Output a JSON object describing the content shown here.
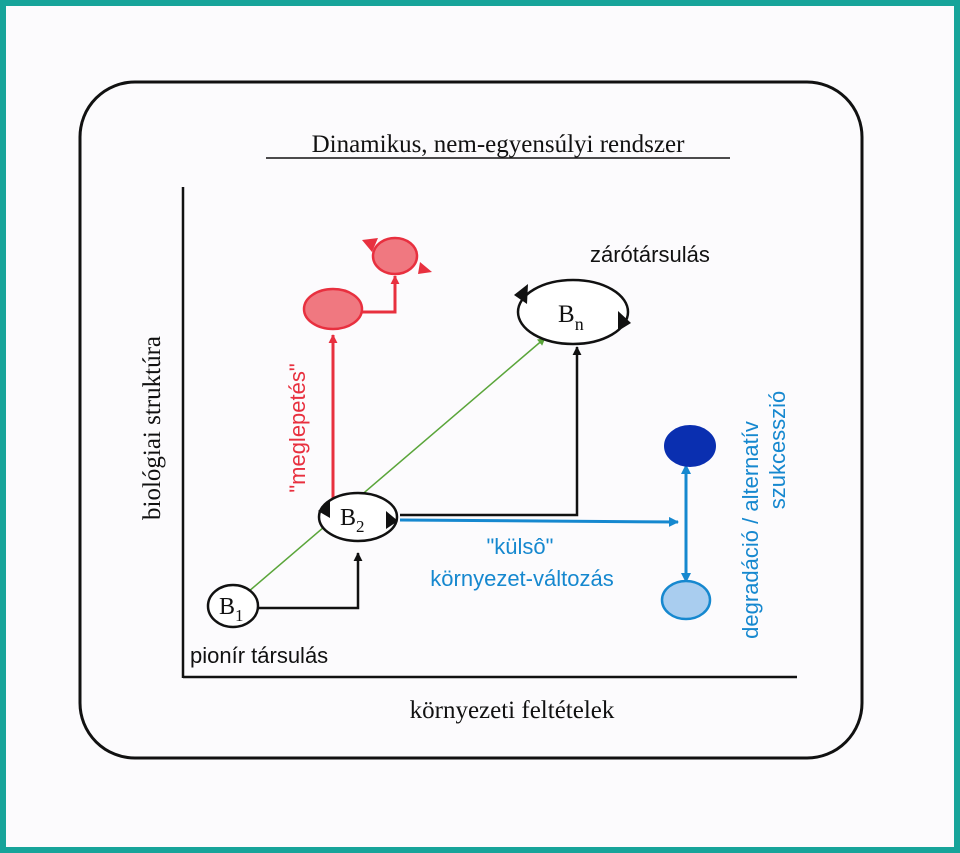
{
  "title": "Dinamikus, nem-egyensúlyi rendszer",
  "axes": {
    "y_label": "biológiai struktúra",
    "x_label": "környezeti feltételek"
  },
  "nodes": {
    "b1": {
      "letter": "B",
      "sub": "1"
    },
    "b2": {
      "letter": "B",
      "sub": "2"
    },
    "bn": {
      "letter": "B",
      "sub": "n"
    }
  },
  "labels": {
    "pioneer": "pionír társulás",
    "climax": "zárótársulás",
    "surprise": "\"meglepetés\"",
    "external_line1": "\"külsô\"",
    "external_line2": "környezet-változás",
    "degradation_line1": "degradáció / alternatív",
    "degradation_line2": "szukcesszió"
  },
  "colors": {
    "frame": "#17a49a",
    "paper": "#fcfbfd",
    "ink": "#111111",
    "surprise_red": "#e8303f",
    "surprise_fill": "#f07880",
    "external_blue": "#1688cf",
    "degradation_dark": "#0a2fb0",
    "degradation_light": "#a9cdef",
    "diagonal_green": "#5aa53a"
  }
}
